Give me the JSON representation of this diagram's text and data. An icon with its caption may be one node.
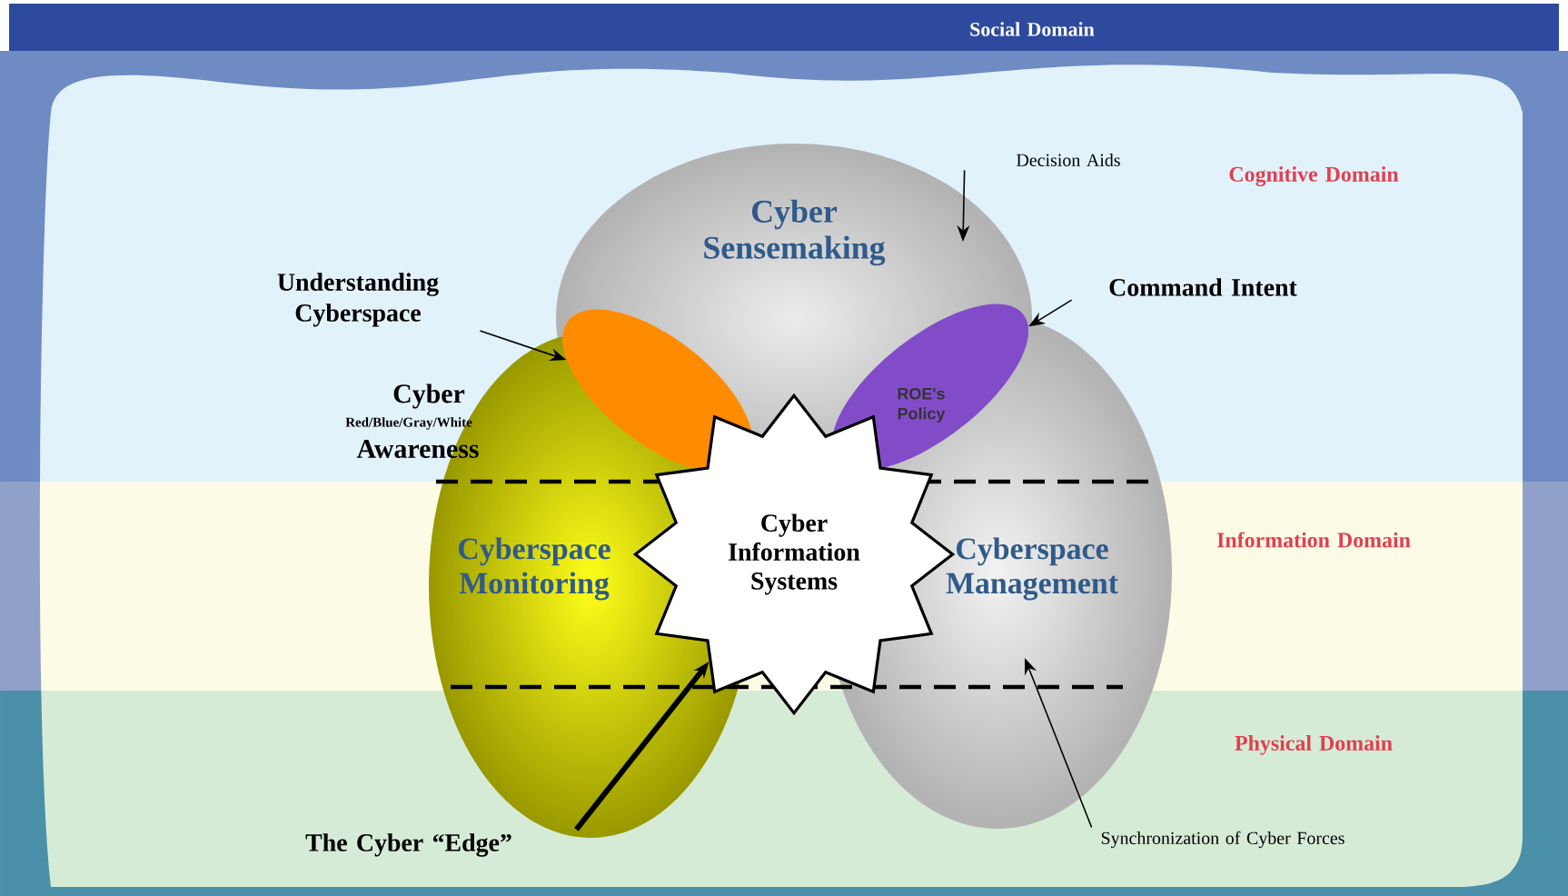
{
  "diagram": {
    "nodes": [
      {
        "text": [
          "Cyber Sensemaking"
        ]
      },
      {
        "text": [
          "Cyberspace Monitoring"
        ]
      },
      {
        "text": [
          "Cyberspace Management"
        ]
      },
      {
        "text": [
          "Cyber Information Systems"
        ]
      },
      {
        "text": [],
        "shape": "ellipse"
      },
      {
        "text": [
          "ROE's Policy"
        ]
      },
      {
        "text": [
          "Understanding Cyberspace"
        ]
      },
      {
        "text": [
          "Decision Aids"
        ]
      },
      {
        "text": [
          "Command Intent"
        ]
      },
      {
        "text": [
          "The Cyber “Edge”"
        ]
      },
      {
        "text": [
          "Synchronization of Cyber Forces"
        ]
      }
    ],
    "edges": [
      {
        "from": 7,
        "to": 0,
        "arrow": "to"
      },
      {
        "from": 6,
        "to": 4,
        "arrow": "to"
      },
      {
        "from": 8,
        "to": 5,
        "arrow": "to"
      },
      {
        "from": 9,
        "to": 3,
        "arrow": "to",
        "style": "thick"
      },
      {
        "from": 10,
        "to": 2,
        "arrow": "to"
      }
    ],
    "labels": [
      "Social Domain",
      "Cognitive Domain",
      "Cyber",
      "Red/Blue/Gray/White",
      "Awareness",
      "Information Domain",
      "Physical Domain"
    ]
  }
}
